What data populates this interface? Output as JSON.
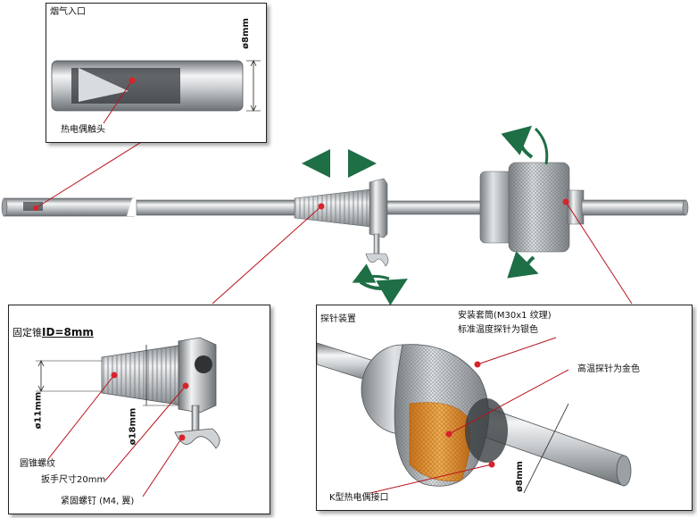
{
  "colors": {
    "callout_line": "#b8141c",
    "arrow_green": "#1e6e46",
    "tube_light": "#eef0f1",
    "tube_dark": "#8c9296",
    "gold": "#e8a040"
  },
  "top_panel": {
    "title": "烟气入口",
    "dimension": "ø8mm",
    "tip_label": "热电偶触头"
  },
  "cone_panel": {
    "title_prefix": "固定锥",
    "title_id": "ID=8mm",
    "dim_outer": "ø11mm",
    "dim_inner": "ø18mm",
    "label_thread": "圆锥螺纹",
    "label_wrench": "扳手尺寸20mm",
    "label_screw": "紧固螺钉 (M4, 翼)"
  },
  "probe_panel": {
    "title": "探针装置",
    "sleeve_line1": "安装套筒(M30x1 纹理)",
    "sleeve_line2": "标准温度探针为银色",
    "high_temp": "高温探针为金色",
    "dimension": "ø8mm",
    "connector": "K型热电偶接口"
  }
}
